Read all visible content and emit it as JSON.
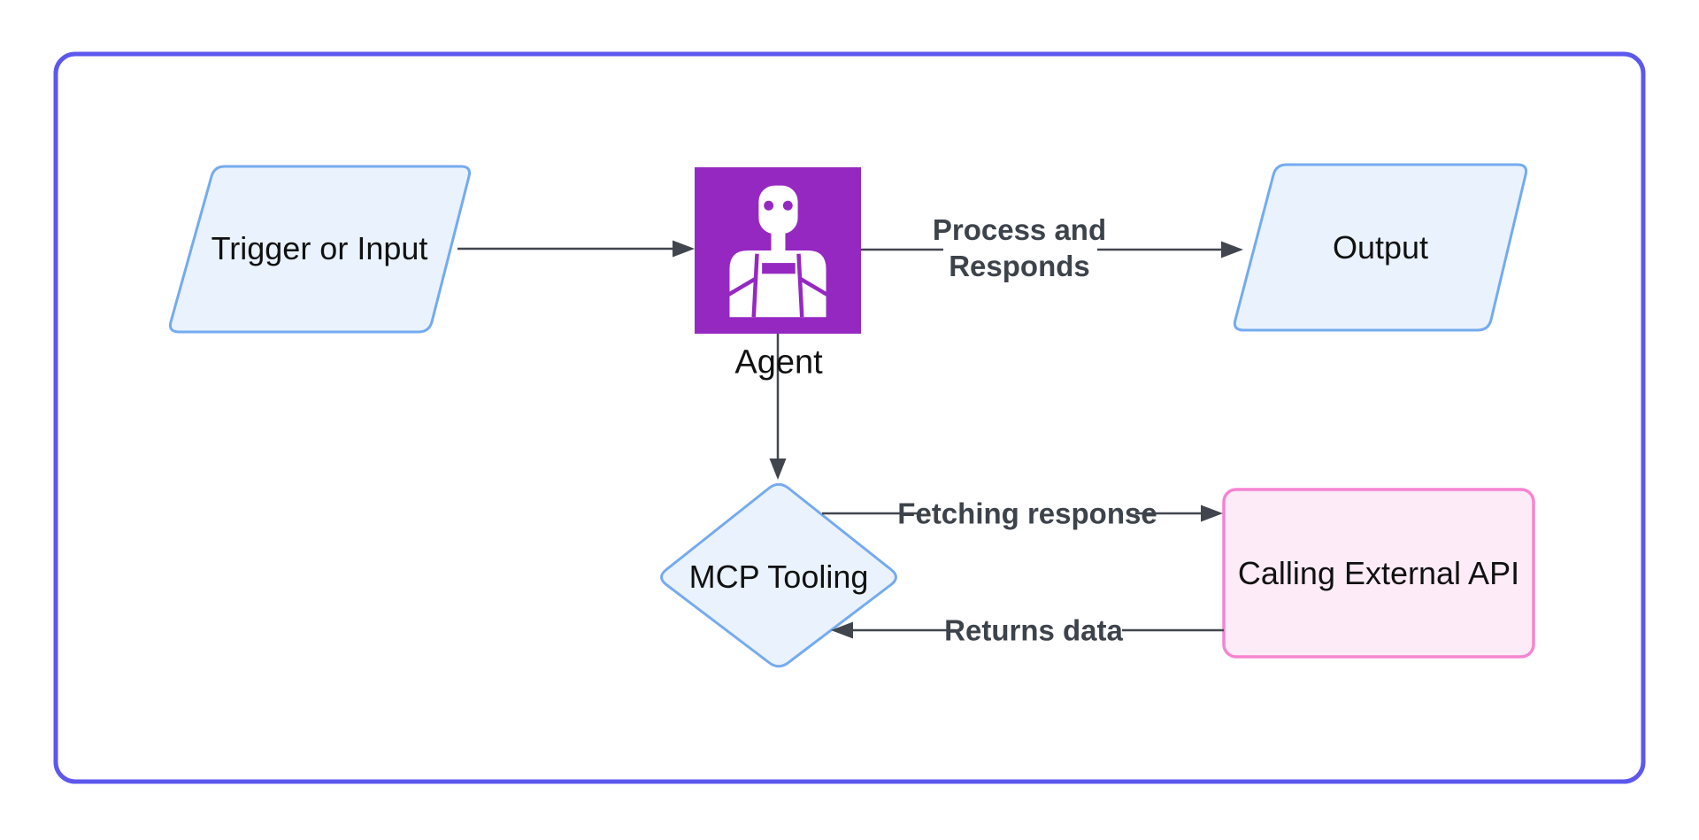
{
  "colors": {
    "canvas_border": "#5c58ee",
    "node_fill_blue": "#e9f2fd",
    "node_stroke_blue": "#74abef",
    "node_fill_pink": "#fdecf8",
    "node_stroke_pink": "#f784d2",
    "agent_purple": "#9628c2",
    "edge_color": "#41464e",
    "label_color": "#3d434b",
    "text_color": "#111111"
  },
  "nodes": {
    "trigger": {
      "label": "Trigger or Input",
      "shape": "parallelogram"
    },
    "agent": {
      "label": "Agent",
      "icon": "robot-icon"
    },
    "output": {
      "label": "Output",
      "shape": "parallelogram"
    },
    "mcp_tooling": {
      "label": "MCP Tooling",
      "shape": "diamond"
    },
    "external_api": {
      "label": "Calling External API",
      "shape": "rounded-rectangle"
    }
  },
  "edge_labels": {
    "process_line1": "Process and",
    "process_line2": "Responds",
    "fetching": "Fetching response",
    "returns": "Returns data"
  }
}
